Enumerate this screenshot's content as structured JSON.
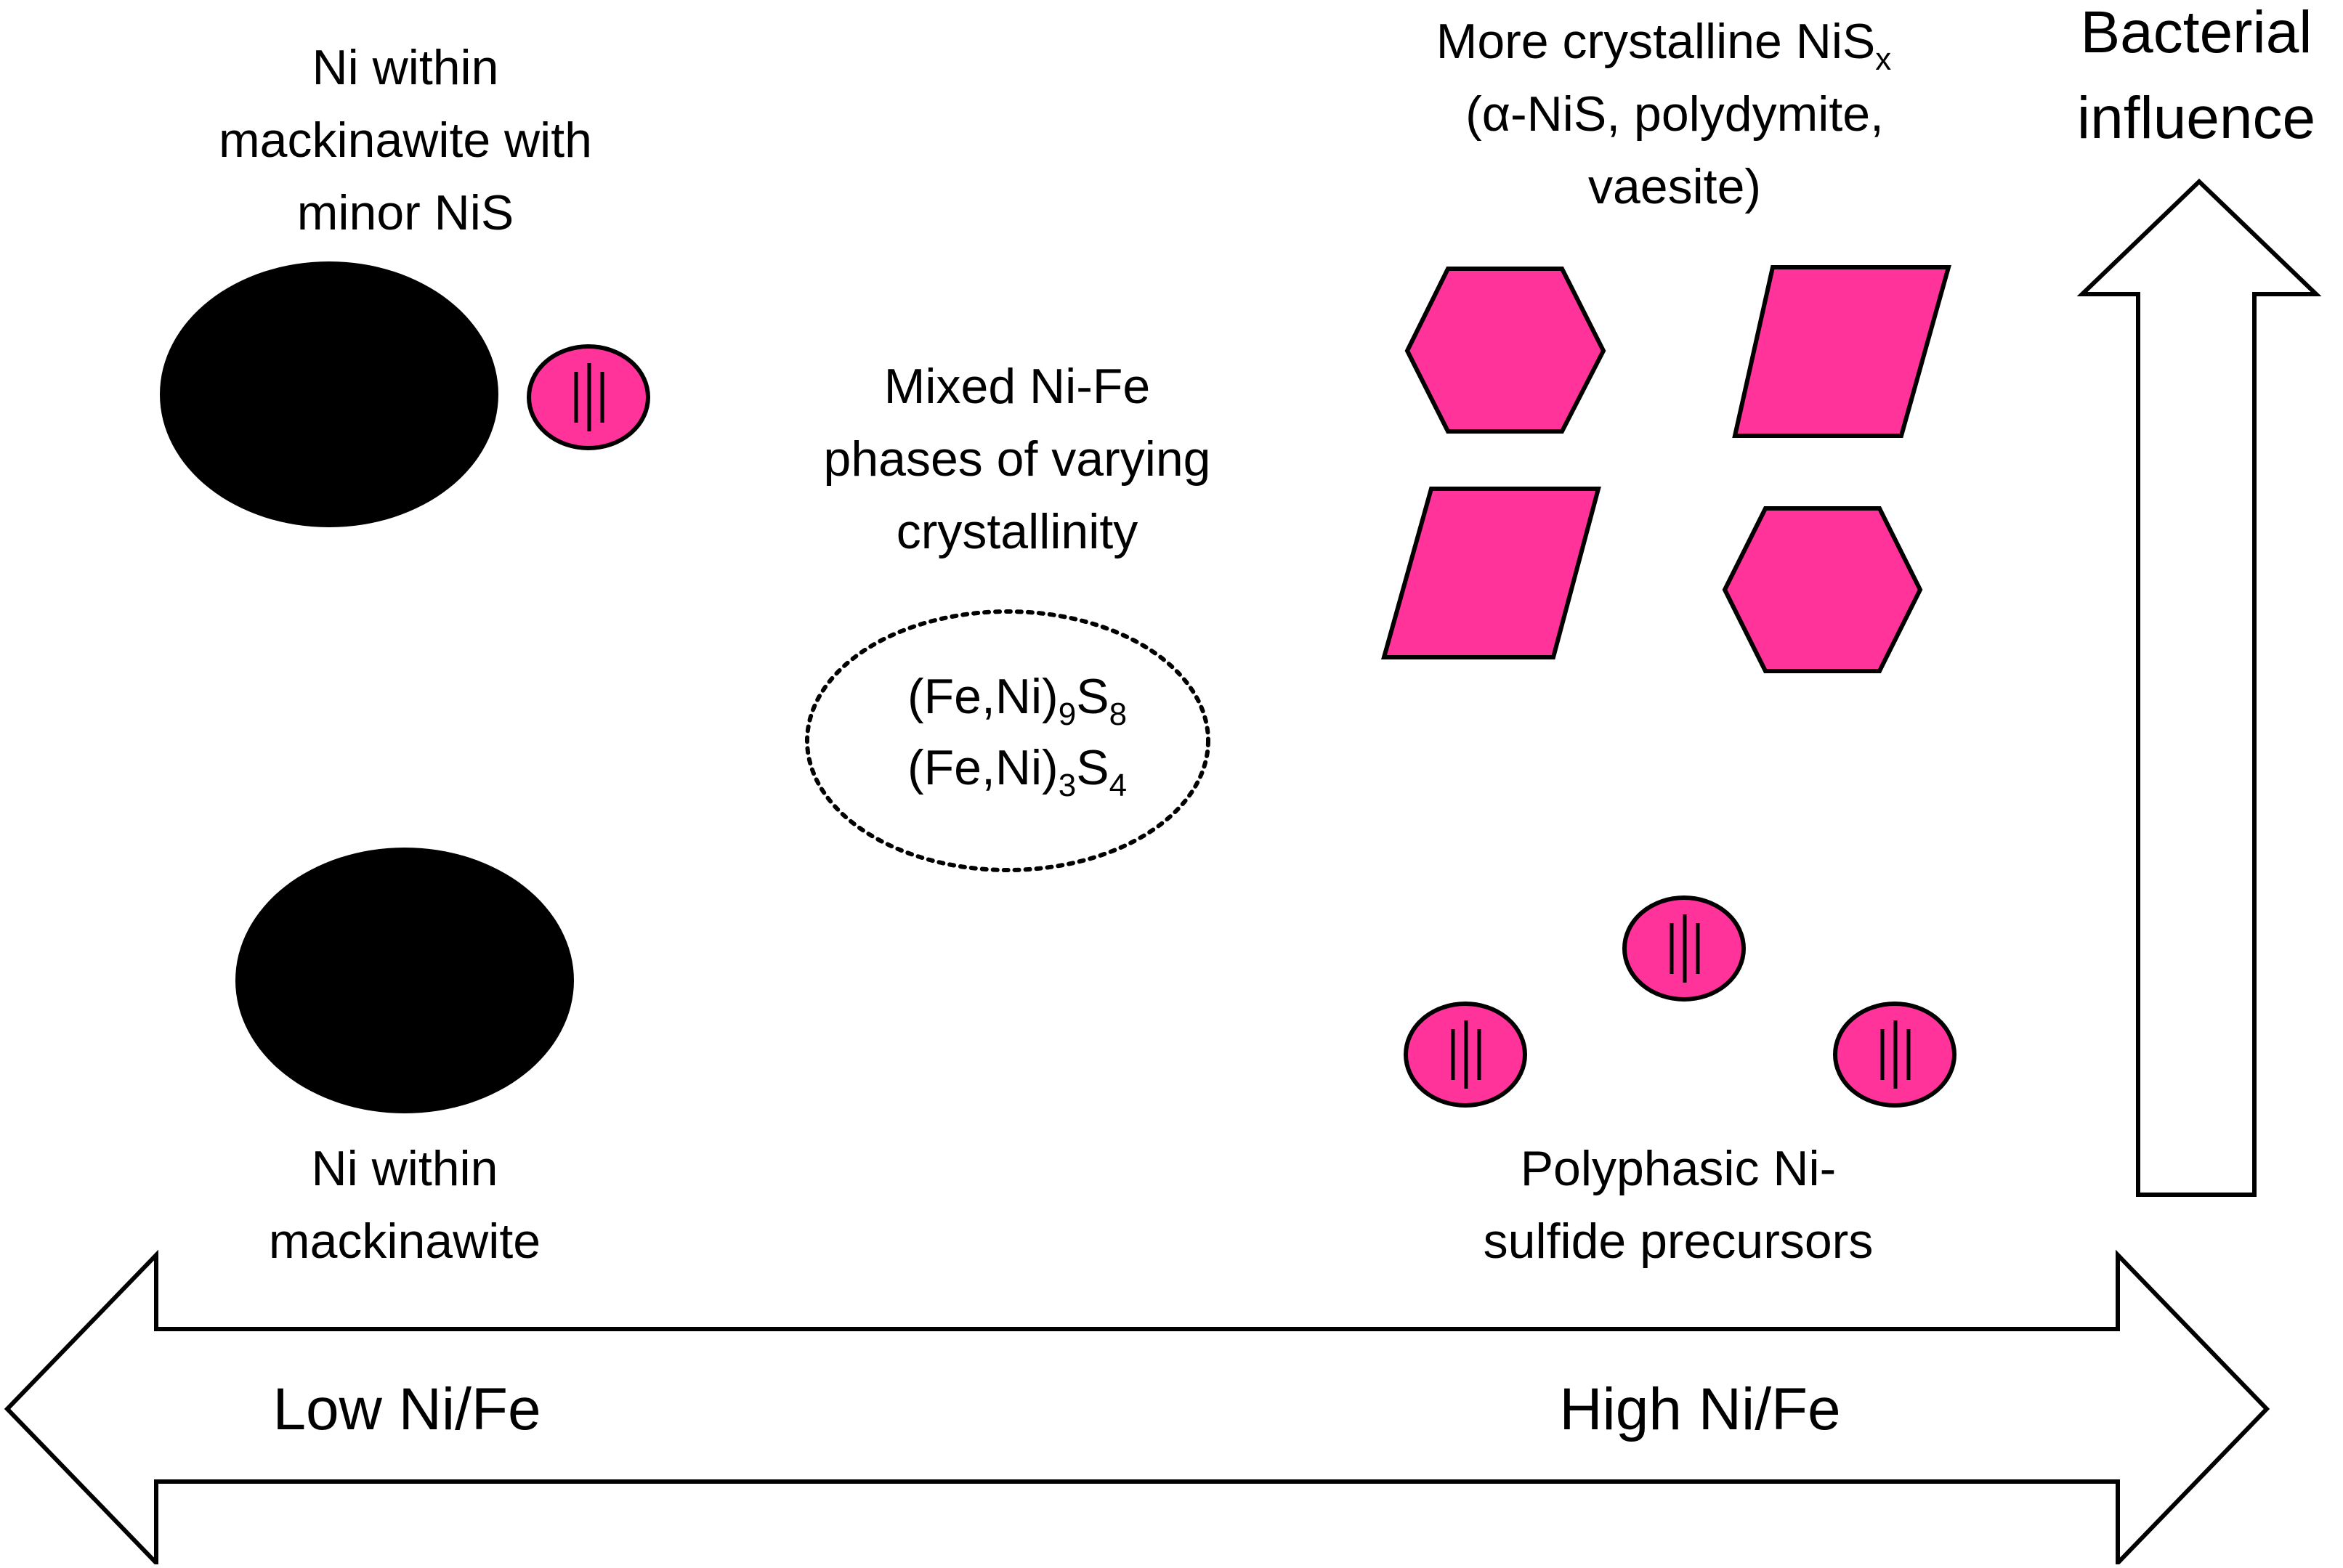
{
  "colors": {
    "particle_black": "#000000",
    "nisx_pink": "#ff3399",
    "outline": "#000000",
    "background": "#ffffff"
  },
  "labels": {
    "top_left": [
      "Ni within",
      "mackinawite with",
      "minor NiS"
    ],
    "bottom_left": [
      "Ni within",
      "mackinawite"
    ],
    "middle": [
      "Mixed Ni-Fe",
      "phases of varying",
      "crystallinity"
    ],
    "formula_1": {
      "a": "(Fe,Ni)",
      "s1": "9",
      "b": "S",
      "s2": "8"
    },
    "formula_2": {
      "a": "(Fe,Ni)",
      "s1": "3",
      "b": "S",
      "s2": "4"
    },
    "top_right": {
      "line1": "More crystalline NiS",
      "line1_sub": "x",
      "line2": "(α-NiS, polydymite,",
      "line3": "vaesite)"
    },
    "bottom_right": [
      "Polyphasic Ni-",
      "sulfide precursors"
    ],
    "vertical_arrow": [
      "Bacterial",
      "influence"
    ]
  },
  "axis": {
    "left_label": "Low Ni/Fe",
    "right_label": "High Ni/Fe"
  },
  "icons": [
    "mackinawite-particle",
    "nis-precursor-particle",
    "hexagon-crystal",
    "parallelogram-crystal",
    "dotted-ellipse",
    "double-arrow",
    "up-arrow"
  ]
}
